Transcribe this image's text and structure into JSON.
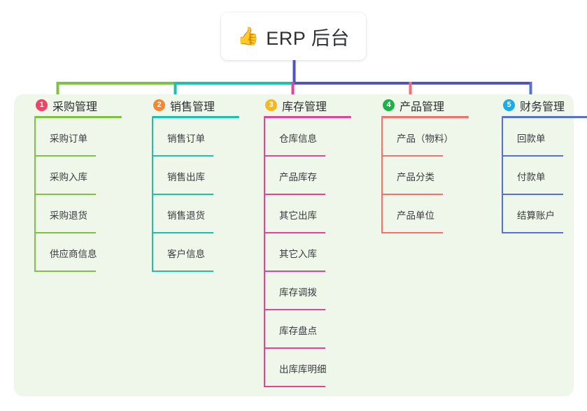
{
  "root": {
    "icon": "thumbs-up-icon",
    "icon_glyph": "👍",
    "title": "ERP 后台"
  },
  "theme": {
    "panel_bg": "#eef7e9",
    "page_bg": "#ffffff",
    "stem_color": "#4f52c4",
    "text_color": "#2c2e31"
  },
  "columns": [
    {
      "number": "1",
      "title": "采购管理",
      "badge_color": "#ef4466",
      "line_color": "#7dc242",
      "bus_color": "#7dc242",
      "items": [
        {
          "label": "采购订单"
        },
        {
          "label": "采购入库"
        },
        {
          "label": "采购退货"
        },
        {
          "label": "供应商信息"
        }
      ]
    },
    {
      "number": "2",
      "title": "销售管理",
      "badge_color": "#f58634",
      "line_color": "#1cc1ab",
      "bus_color": "#1cc1ab",
      "items": [
        {
          "label": "销售订单"
        },
        {
          "label": "销售出库"
        },
        {
          "label": "销售退货"
        },
        {
          "label": "客户信息"
        }
      ]
    },
    {
      "number": "3",
      "title": "库存管理",
      "badge_color": "#f5b824",
      "line_color": "#e4439b",
      "bus_color": "#e4439b",
      "items": [
        {
          "label": "仓库信息"
        },
        {
          "label": "产品库存"
        },
        {
          "label": "其它出库"
        },
        {
          "label": "其它入库"
        },
        {
          "label": "库存调拨"
        },
        {
          "label": "库存盘点"
        },
        {
          "label": "出库库明细"
        }
      ]
    },
    {
      "number": "4",
      "title": "产品管理",
      "badge_color": "#20b04b",
      "line_color": "#f4706c",
      "bus_color": "#f4706c",
      "items": [
        {
          "label": "产品（物料）"
        },
        {
          "label": "产品分类"
        },
        {
          "label": "产品单位"
        }
      ]
    },
    {
      "number": "5",
      "title": "财务管理",
      "badge_color": "#1cabe2",
      "line_color": "#5570d6",
      "bus_color": "#4f52c4",
      "items": [
        {
          "label": "回款单"
        },
        {
          "label": "付款单"
        },
        {
          "label": "结算账户"
        }
      ]
    }
  ]
}
